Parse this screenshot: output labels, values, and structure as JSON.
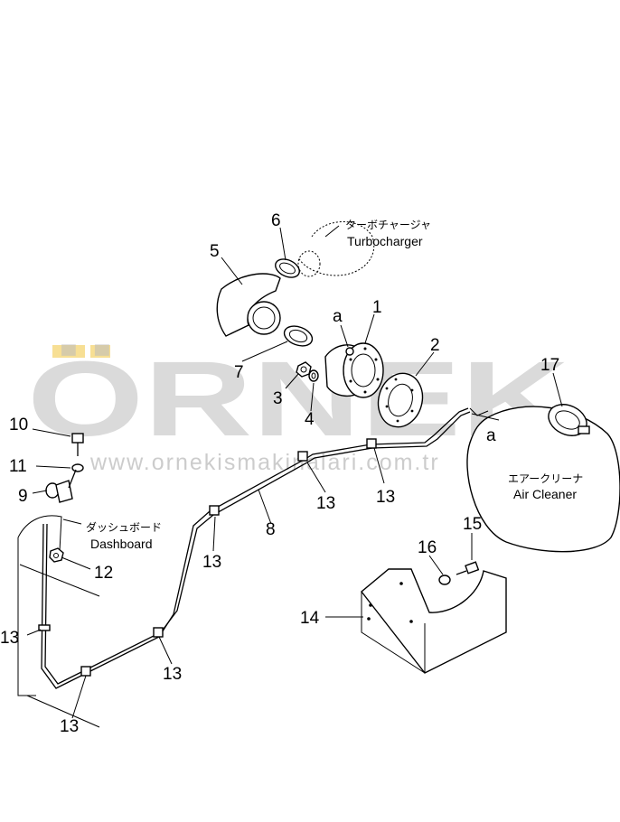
{
  "watermark": {
    "brand": "ÖRNEK",
    "url": "www.ornekismakinalari.com.tr"
  },
  "callouts": {
    "n1": "1",
    "n2": "2",
    "n3": "3",
    "n4": "4",
    "n5": "5",
    "n6": "6",
    "n7": "7",
    "n8": "8",
    "n9": "9",
    "n10": "10",
    "n11": "11",
    "n12": "12",
    "n13_a": "13",
    "n13_b": "13",
    "n13_c": "13",
    "n13_d": "13",
    "n13_e": "13",
    "n13_f": "13",
    "n14": "14",
    "n15": "15",
    "n16": "16",
    "n17": "17",
    "a_top": "a",
    "a_right": "a"
  },
  "labels": {
    "turbo_jp": "ターボチャージャ",
    "turbo_en": "Turbocharger",
    "dash_jp": "ダッシュボード",
    "dash_en": "Dashboard",
    "air_jp": "エアークリーナ",
    "air_en": "Air Cleaner"
  }
}
